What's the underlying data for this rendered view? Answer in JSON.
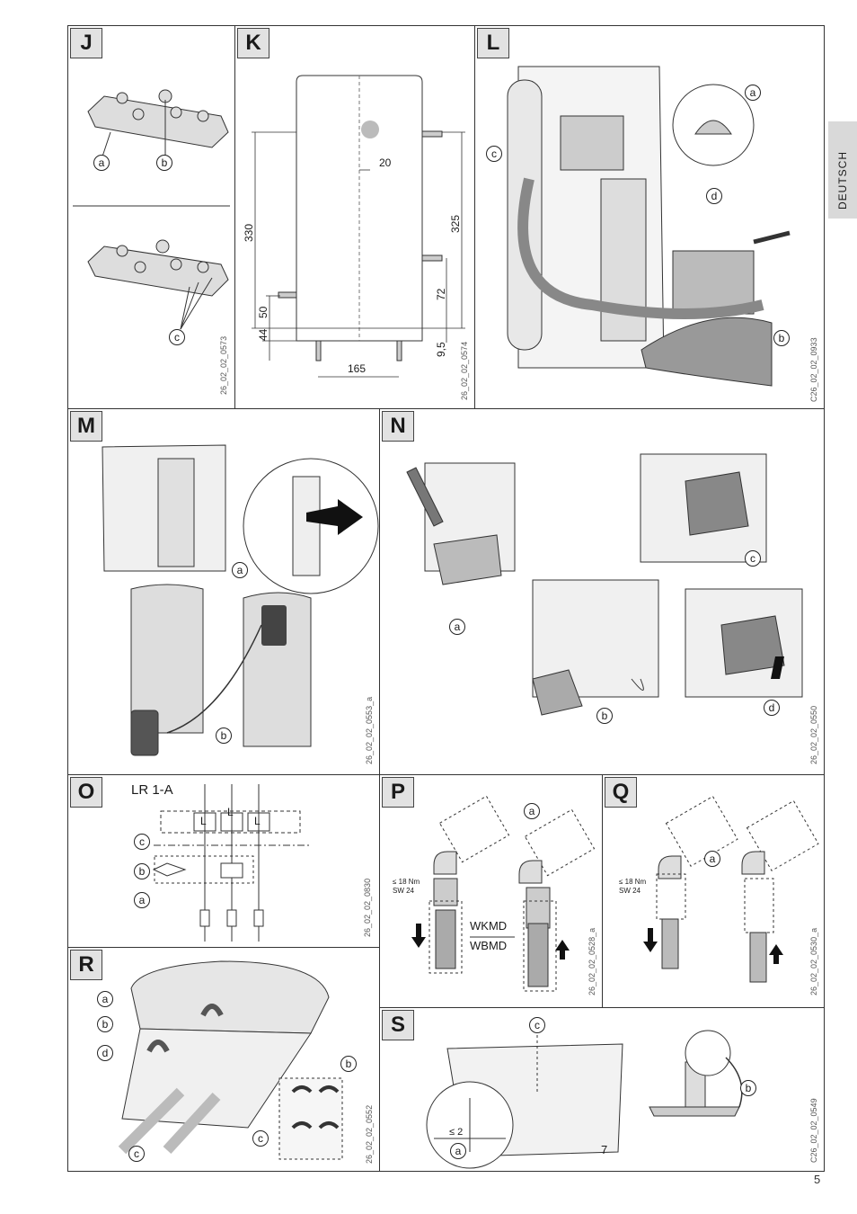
{
  "side_tab": "DEUTSCH",
  "page_number": "5",
  "panels": {
    "J": {
      "letter": "J",
      "code": "26_02_02_0573",
      "callouts": [
        "a",
        "b",
        "c"
      ]
    },
    "K": {
      "letter": "K",
      "code": "26_02_02_0574",
      "dims": {
        "d330": "330",
        "d20": "20",
        "d325": "325",
        "d72": "72",
        "d50": "50",
        "d44": "44",
        "d95": "9,5",
        "d165": "165"
      }
    },
    "L": {
      "letter": "L",
      "code": "C26_02_02_0933",
      "callouts": [
        "a",
        "b",
        "c",
        "d"
      ]
    },
    "M": {
      "letter": "M",
      "code": "26_02_02_0553_a",
      "callouts": [
        "a",
        "b"
      ]
    },
    "N": {
      "letter": "N",
      "code": "26_02_02_0550",
      "callouts": [
        "a",
        "b",
        "c",
        "d"
      ]
    },
    "O": {
      "letter": "O",
      "code": "26_02_02_0830",
      "title": "LR 1-A",
      "cells": [
        "L",
        "L",
        "L"
      ],
      "callouts": [
        "a",
        "b",
        "c"
      ]
    },
    "P": {
      "letter": "P",
      "code": "26_02_02_0528_a",
      "torque": "≤ 18 Nm",
      "sw": "SW 24",
      "model1": "WKMD",
      "model2": "WBMD",
      "callouts": [
        "a"
      ]
    },
    "Q": {
      "letter": "Q",
      "code": "26_02_02_0530_a",
      "torque": "≤ 18 Nm",
      "sw": "SW 24",
      "callouts": [
        "a"
      ]
    },
    "R": {
      "letter": "R",
      "code": "26_02_02_0552",
      "callouts": [
        "a",
        "b",
        "c",
        "d",
        "b",
        "c"
      ]
    },
    "S": {
      "letter": "S",
      "code": "C26_02_02_0549",
      "dim": "≤ 2",
      "seven": "7",
      "callouts": [
        "a",
        "b",
        "c"
      ]
    }
  },
  "colors": {
    "border": "#333333",
    "tab": "#d9d9d9",
    "panel_letter_bg": "#e2e2e2"
  }
}
